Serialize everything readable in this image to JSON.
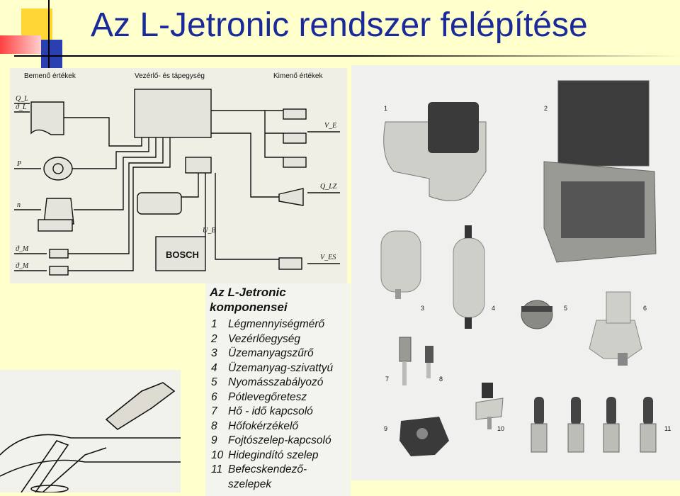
{
  "slide": {
    "title": "Az L-Jetronic rendszer felépítése"
  },
  "schematic": {
    "input_label": "Bemenő értékek",
    "control_label": "Vezérlő- és tápegység",
    "output_label": "Kimenő értékek",
    "inputs": [
      "Q_L",
      "ϑ_L",
      "P",
      "n",
      "ϑ_M",
      "ϑ_M"
    ],
    "outputs": [
      "V_E",
      "Q_LZ",
      "V_ES"
    ],
    "battery_voltage": "U_B",
    "battery_brand": "BOSCH"
  },
  "components": {
    "title_line1": "Az L-Jetronic",
    "title_line2": "komponensei",
    "items": [
      {
        "num": "1",
        "label": "Légmennyiségmérő"
      },
      {
        "num": "2",
        "label": "Vezérlőegység"
      },
      {
        "num": "3",
        "label": "Üzemanyagszűrő"
      },
      {
        "num": "4",
        "label": "Üzemanyag-szivattyú"
      },
      {
        "num": "5",
        "label": "Nyomásszabályozó"
      },
      {
        "num": "6",
        "label": "Pótlevegőretesz"
      },
      {
        "num": "7",
        "label": "Hő - idő kapcsoló"
      },
      {
        "num": "8",
        "label": "Hőfokérzékelő"
      },
      {
        "num": "9",
        "label": "Fojtószelep-kapcsoló"
      },
      {
        "num": "10",
        "label": "Hidegindító szelep"
      },
      {
        "num": "11",
        "label": "Befecskendező-"
      }
    ],
    "item11_cont": "szelepek"
  },
  "photo": {
    "labels": [
      "1",
      "2",
      "3",
      "4",
      "5",
      "6",
      "7",
      "8",
      "9",
      "10",
      "11"
    ]
  }
}
